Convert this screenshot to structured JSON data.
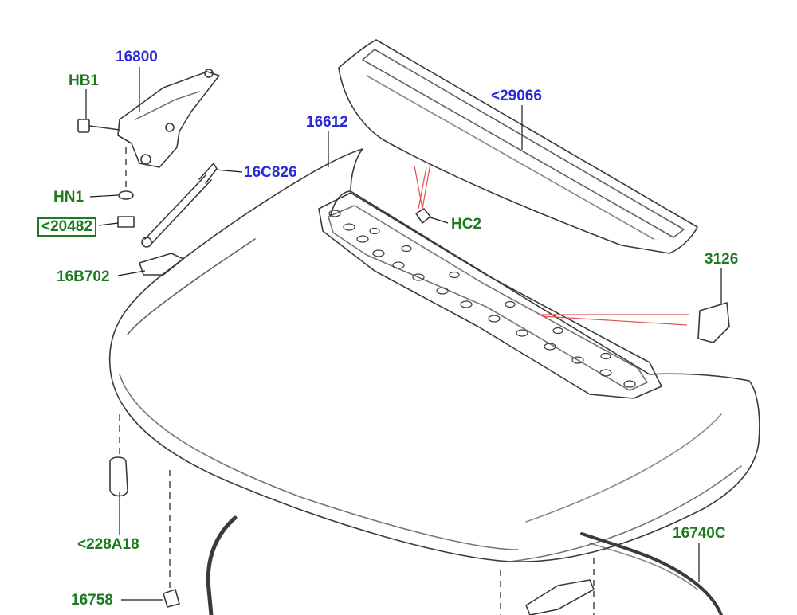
{
  "colors": {
    "line": "#3a3a3a",
    "blue_label": "#2b2bd6",
    "green_label": "#1f7a1f",
    "red_callout": "#e05050",
    "leader": "#1a1a1a"
  },
  "labels": [
    {
      "id": "16800",
      "text": "16800",
      "color": "blue"
    },
    {
      "id": "hb1",
      "text": "HB1",
      "color": "green"
    },
    {
      "id": "29066",
      "text": "<29066",
      "color": "blue"
    },
    {
      "id": "16612",
      "text": "16612",
      "color": "blue"
    },
    {
      "id": "16c826",
      "text": "16C826",
      "color": "blue"
    },
    {
      "id": "hn1",
      "text": "HN1",
      "color": "green"
    },
    {
      "id": "20482",
      "text": "<20482",
      "color": "green",
      "boxed": true
    },
    {
      "id": "hc2",
      "text": "HC2",
      "color": "green"
    },
    {
      "id": "16b702",
      "text": "16B702",
      "color": "green"
    },
    {
      "id": "3126",
      "text": "3126",
      "color": "green"
    },
    {
      "id": "228a18",
      "text": "<228A18",
      "color": "green"
    },
    {
      "id": "16740c",
      "text": "16740C",
      "color": "green"
    },
    {
      "id": "16758",
      "text": "16758",
      "color": "green"
    }
  ]
}
